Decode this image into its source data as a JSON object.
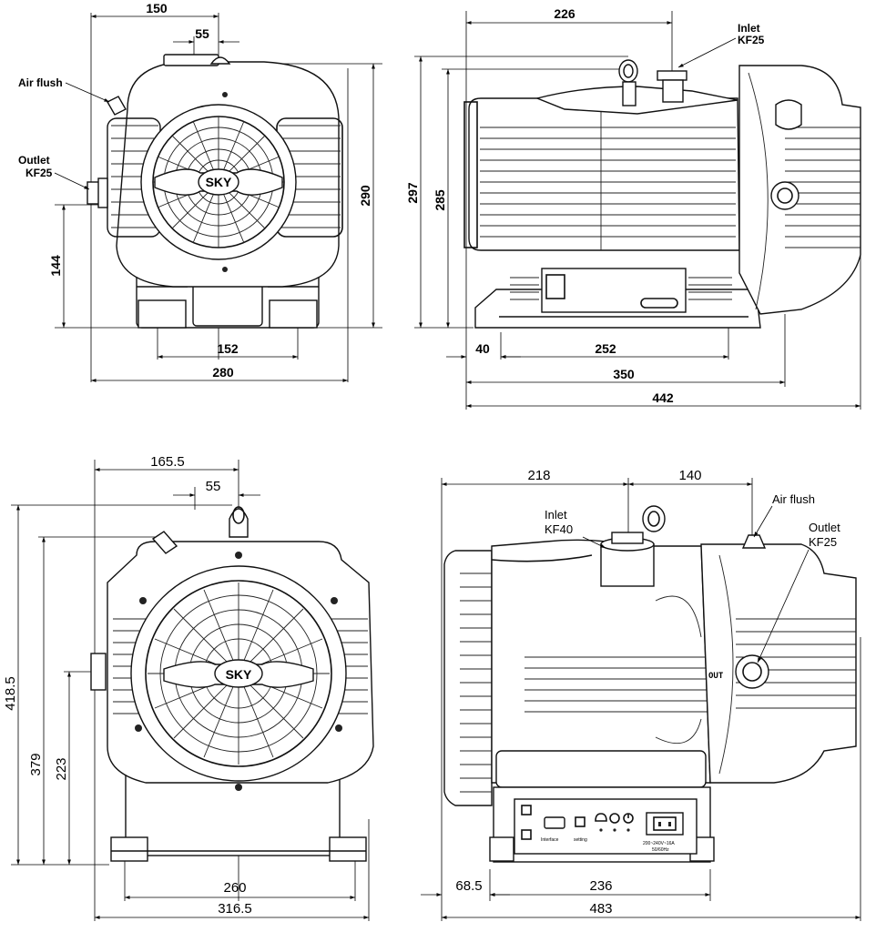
{
  "top_front": {
    "dims": {
      "w150": "150",
      "w55": "55",
      "h290": "290",
      "h144": "144",
      "w152": "152",
      "w280": "280"
    },
    "labels": {
      "air_flush": "Air flush",
      "outlet_l1": "Outlet",
      "outlet_l2": "KF25"
    },
    "logo": "SKY"
  },
  "top_side": {
    "dims": {
      "w226": "226",
      "h297": "297",
      "h285": "285",
      "w40": "40",
      "w252": "252",
      "w350": "350",
      "w442": "442"
    },
    "labels": {
      "inlet_l1": "Inlet",
      "inlet_l2": "KF25"
    }
  },
  "bottom_front": {
    "dims": {
      "w165": "165.5",
      "w55": "55",
      "h418": "418.5",
      "h379": "379",
      "h223": "223",
      "w260": "260",
      "w316": "316.5"
    },
    "logo": "SKY"
  },
  "bottom_side": {
    "dims": {
      "w218": "218",
      "w140": "140",
      "w68": "68.5",
      "w236": "236",
      "w483": "483"
    },
    "labels": {
      "inlet_l1": "Inlet",
      "inlet_l2": "KF40",
      "air_flush": "Air flush",
      "outlet_l1": "Outlet",
      "outlet_l2": "KF25",
      "out": "OUT",
      "interface": "Interface",
      "setting": "setting",
      "power_l1": "200~240V~16A",
      "power_l2": "50/60Hz"
    }
  },
  "icons": {
    "arrow": "dimension-arrow-icon",
    "bell": "bell-icon",
    "clock": "clock-icon",
    "power": "power-icon",
    "socket": "power-socket-icon"
  }
}
